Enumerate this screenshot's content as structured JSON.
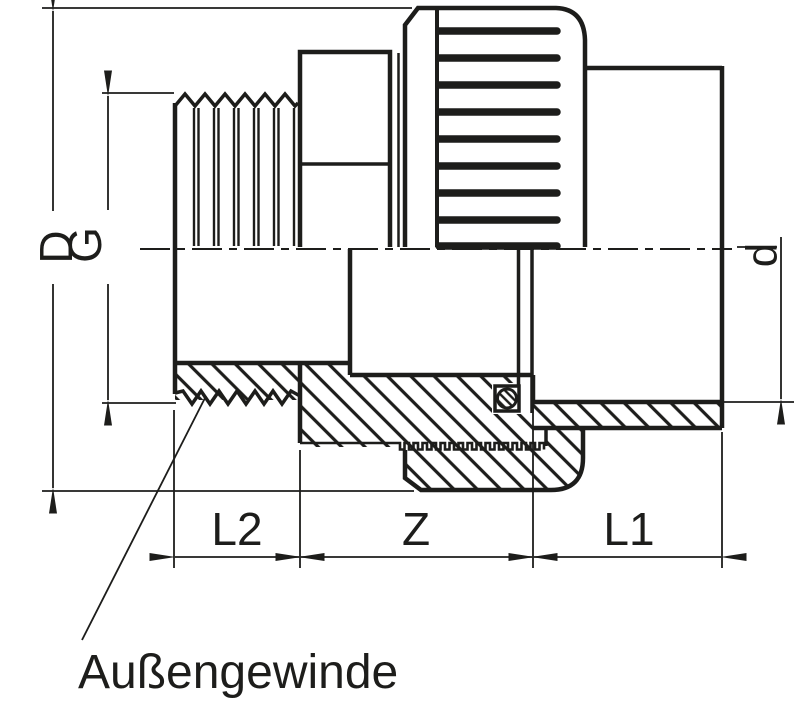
{
  "diagram": {
    "dimension_labels": {
      "D": "D",
      "G": "G",
      "d": "d",
      "L2": "L2",
      "Z": "Z",
      "L1": "L1"
    },
    "annotation": {
      "label": "Außengewinde"
    },
    "colors": {
      "line": "#1d1d1b",
      "background": "#ffffff"
    }
  }
}
